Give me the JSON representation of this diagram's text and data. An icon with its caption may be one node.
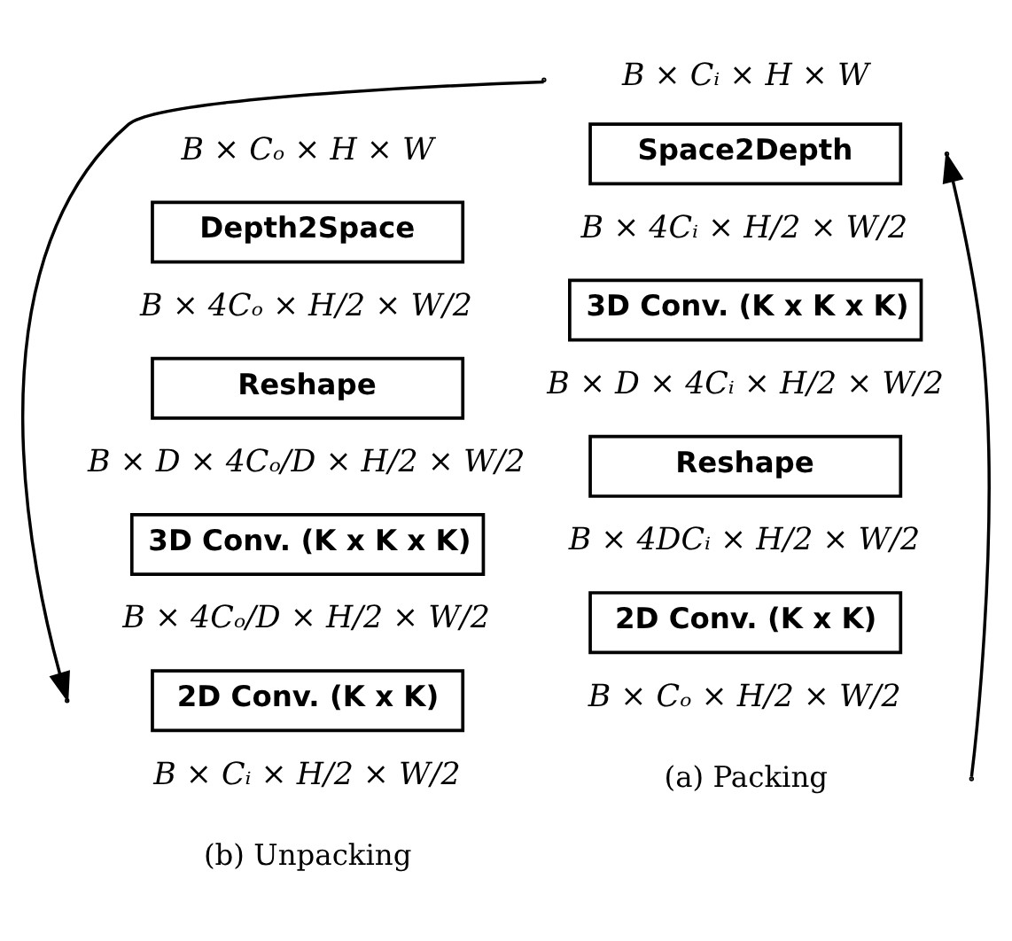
{
  "diagram": {
    "nodes": [
      {
        "text": [
          "Space2Depth"
        ]
      },
      {
        "text": [
          "3D Conv. (K x K x K)"
        ]
      },
      {
        "text": [
          "Reshape"
        ]
      },
      {
        "text": [
          "2D Conv. (K x K)"
        ]
      },
      {
        "text": [
          "Depth2Space"
        ]
      },
      {
        "text": [
          "Reshape"
        ]
      },
      {
        "text": [
          "3D Conv. (K x K x K)"
        ]
      },
      {
        "text": [
          "2D Conv. (K x K)"
        ]
      }
    ],
    "labels": [
      "B × Cᵢ × H × W",
      "B × 4Cᵢ × H/2 × W/2",
      "B × D × 4Cᵢ × H/2 × W/2",
      "B × 4DCᵢ × H/2 × W/2",
      "B × Cₒ × H/2 × W/2",
      "(a) Packing",
      "B × Cₒ × H × W",
      "B × 4Cₒ × H/2 × W/2",
      "B × D × 4Cₒ/D × H/2 × W/2",
      "B × 4Cₒ/D × H/2 × W/2",
      "B × Cᵢ × H/2 × W/2",
      "(b) Unpacking"
    ]
  }
}
